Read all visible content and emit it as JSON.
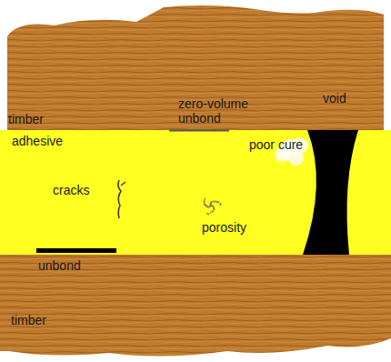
{
  "diagram": {
    "nodes": [
      {
        "text": [
          "timber"
        ]
      },
      {
        "text": [
          "adhesive"
        ]
      },
      {
        "text": [
          "timber"
        ]
      }
    ],
    "labels": [
      "zero-volume unbond",
      "void",
      "poor cure",
      "cracks",
      "porosity",
      "unbond"
    ]
  }
}
